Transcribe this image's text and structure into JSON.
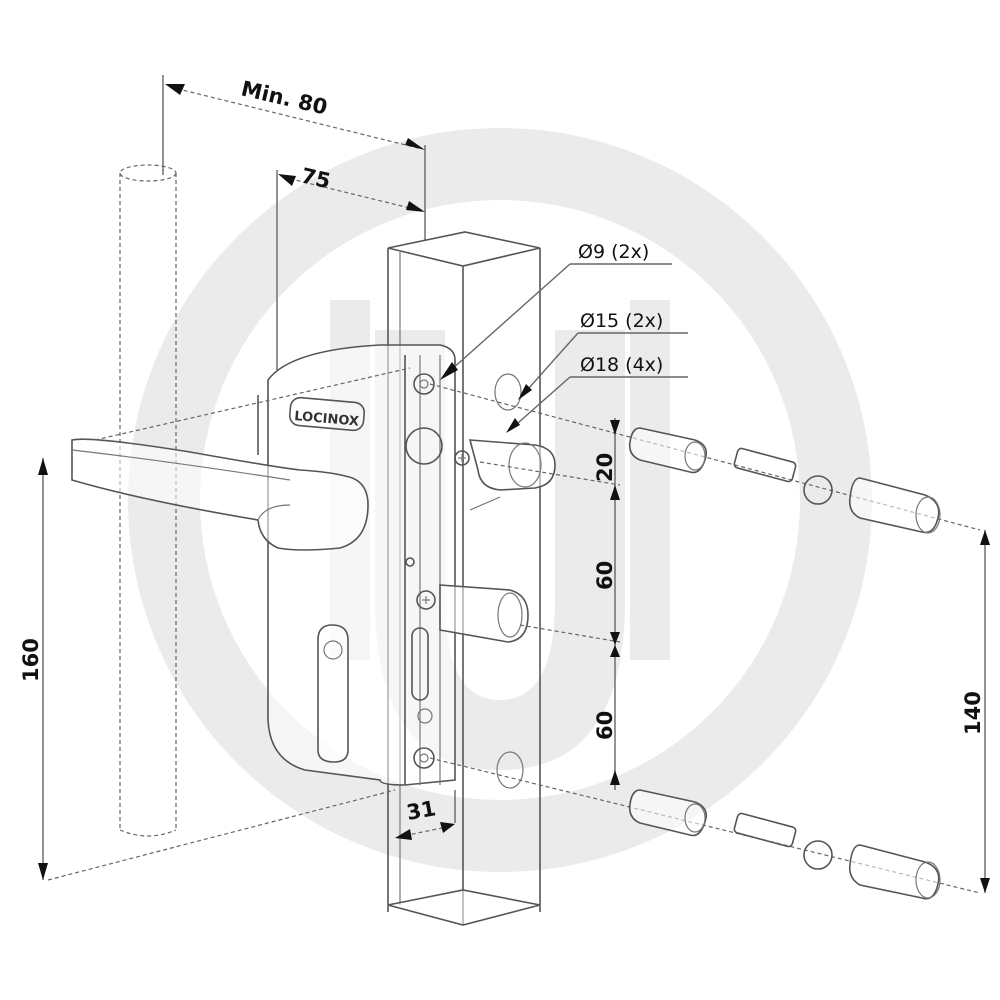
{
  "diagram": {
    "subject": "Gate lock installation drawing",
    "brand_label": "LOCINOX",
    "watermark": {
      "shape": "circle-with-u",
      "color": "#ebebeb"
    },
    "dimensions": {
      "min_width": "Min. 80",
      "width_75": "75",
      "height_total": "160",
      "spacing_top": "20",
      "spacing_mid": "60",
      "spacing_low": "60",
      "bolt_span": "140",
      "profile_depth": "31"
    },
    "callouts": [
      {
        "label": "Ø9 (2x)"
      },
      {
        "label": "Ø15 (2x)"
      },
      {
        "label": "Ø18 (4x)"
      }
    ],
    "parts": [
      "tube-post",
      "lever-handle",
      "lock-case",
      "euro-cylinder",
      "square-profile",
      "spacer-sleeve",
      "bolt-screw",
      "end-cap"
    ]
  }
}
